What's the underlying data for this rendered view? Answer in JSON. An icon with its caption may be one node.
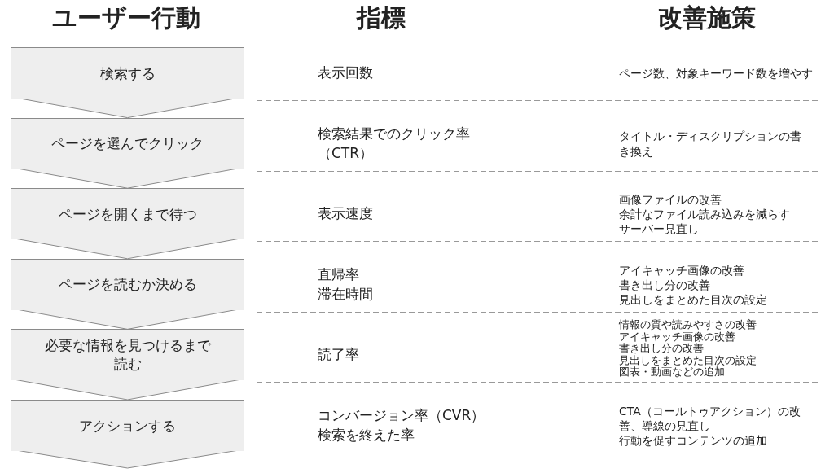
{
  "diagram": {
    "nodes": [
      {
        "text": [
          "検索する"
        ]
      },
      {
        "text": [
          "ページを選んでクリック"
        ]
      },
      {
        "text": [
          "ページを開くまで待つ"
        ]
      },
      {
        "text": [
          "ページを読むか決める"
        ]
      },
      {
        "text": [
          "必要な情報を見つけるまで読む"
        ]
      },
      {
        "text": [
          "アクションする"
        ]
      }
    ],
    "edges": [
      {
        "from": 0,
        "to": 1,
        "arrow": "to"
      },
      {
        "from": 1,
        "to": 2,
        "arrow": "to"
      },
      {
        "from": 2,
        "to": 3,
        "arrow": "to"
      },
      {
        "from": 3,
        "to": 4,
        "arrow": "to"
      },
      {
        "from": 4,
        "to": 5,
        "arrow": "to"
      },
      {
        "from": 5,
        "to": null,
        "arrow": "to"
      }
    ],
    "labels": [
      "ユーザー行動",
      "指標",
      "改善施策",
      "表示回数",
      "ページ数、対象キーワード数を増やす",
      "検索結果でのクリック率（CTR）",
      "タイトル・ディスクリプションの書き換え",
      "表示速度",
      "画像ファイルの改善",
      "余計なファイル読み込みを減らす",
      "サーバー見直し",
      "直帰率",
      "滞在時間",
      "アイキャッチ画像の改善",
      "書き出し分の改善",
      "見出しをまとめた目次の設定",
      "読了率",
      "情報の質や読みやすさの改善",
      "アイキャッチ画像の改善",
      "書き出し分の改善",
      "見出しをまとめた目次の設定",
      "図表・動画などの追加",
      "コンバージョン率（CVR）",
      "検索を終えた率",
      "CTA（コールトゥアクション）の改善、導線の見直し",
      "行動を促すコンテンツの追加"
    ]
  }
}
